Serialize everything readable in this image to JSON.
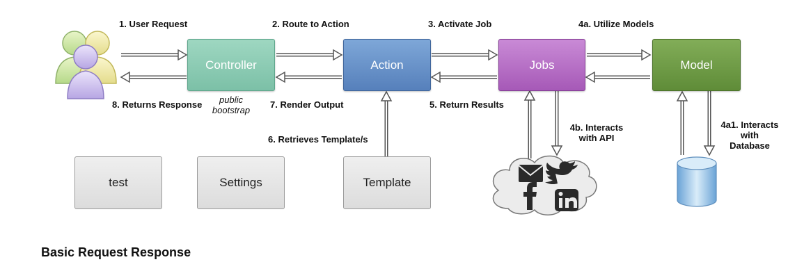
{
  "nodes": {
    "controller": {
      "label": "Controller",
      "note": "public\nbootstrap",
      "color": "#86c8b0"
    },
    "action": {
      "label": "Action",
      "color": "#6b95c9"
    },
    "jobs": {
      "label": "Jobs",
      "color": "#b570c4"
    },
    "model": {
      "label": "Model",
      "color": "#6d9a44"
    },
    "test": {
      "label": "test"
    },
    "settings": {
      "label": "Settings"
    },
    "template": {
      "label": "Template"
    }
  },
  "steps": {
    "s1": "1. User Request",
    "s2": "2. Route to Action",
    "s3": "3. Activate Job",
    "s4a": "4a. Utilize Models",
    "s4a1": "4a1. Interacts with\nDatabase",
    "s4b": "4b. Interacts\nwith API",
    "s5": "5. Return Results",
    "s6": "6. Retrieves Template/s",
    "s7": "7. Render Output",
    "s8": "8. Returns Response"
  },
  "title": "Basic Request Response",
  "icons": [
    "users-icon",
    "cloud-icon",
    "mail-icon",
    "twitter-icon",
    "facebook-icon",
    "linkedin-icon",
    "database-icon"
  ]
}
